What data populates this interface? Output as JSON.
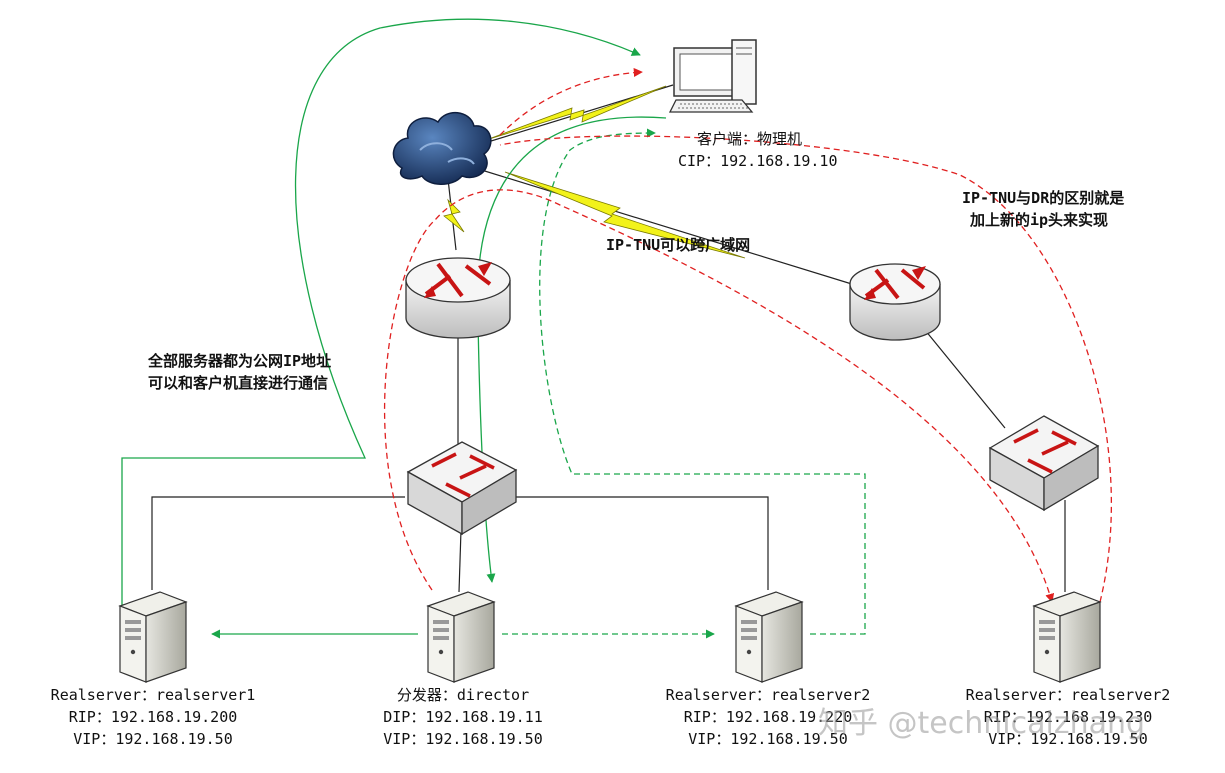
{
  "client": {
    "title": "客户端：物理机",
    "cip": "CIP：192.168.19.10"
  },
  "notes": {
    "public_ip_line1": "全部服务器都为公网IP地址",
    "public_ip_line2": "可以和客户机直接进行通信",
    "wan": "IP-TNU可以跨广域网",
    "diff_line1": "IP-TNU与DR的区别就是",
    "diff_line2": "加上新的ip头来实现"
  },
  "servers": [
    {
      "name": "Realserver：realserver1",
      "ip": "RIP：192.168.19.200",
      "vip": "VIP：192.168.19.50"
    },
    {
      "name": "分发器：director",
      "ip": "DIP：192.168.19.11",
      "vip": "VIP：192.168.19.50"
    },
    {
      "name": "Realserver：realserver2",
      "ip": "RIP：192.168.19.220",
      "vip": "VIP：192.168.19.50"
    },
    {
      "name": "Realserver：realserver2",
      "ip": "RIP：192.168.19.230",
      "vip": "VIP：192.168.19.50"
    }
  ],
  "watermark": "知乎 @technicalzhang",
  "colors": {
    "green": "#1aa64a",
    "red": "#e02020",
    "wire": "#222222",
    "lightning": "#f2f21a"
  },
  "icons": [
    "computer-icon",
    "cloud-icon",
    "router-icon",
    "switch-icon",
    "server-icon"
  ]
}
